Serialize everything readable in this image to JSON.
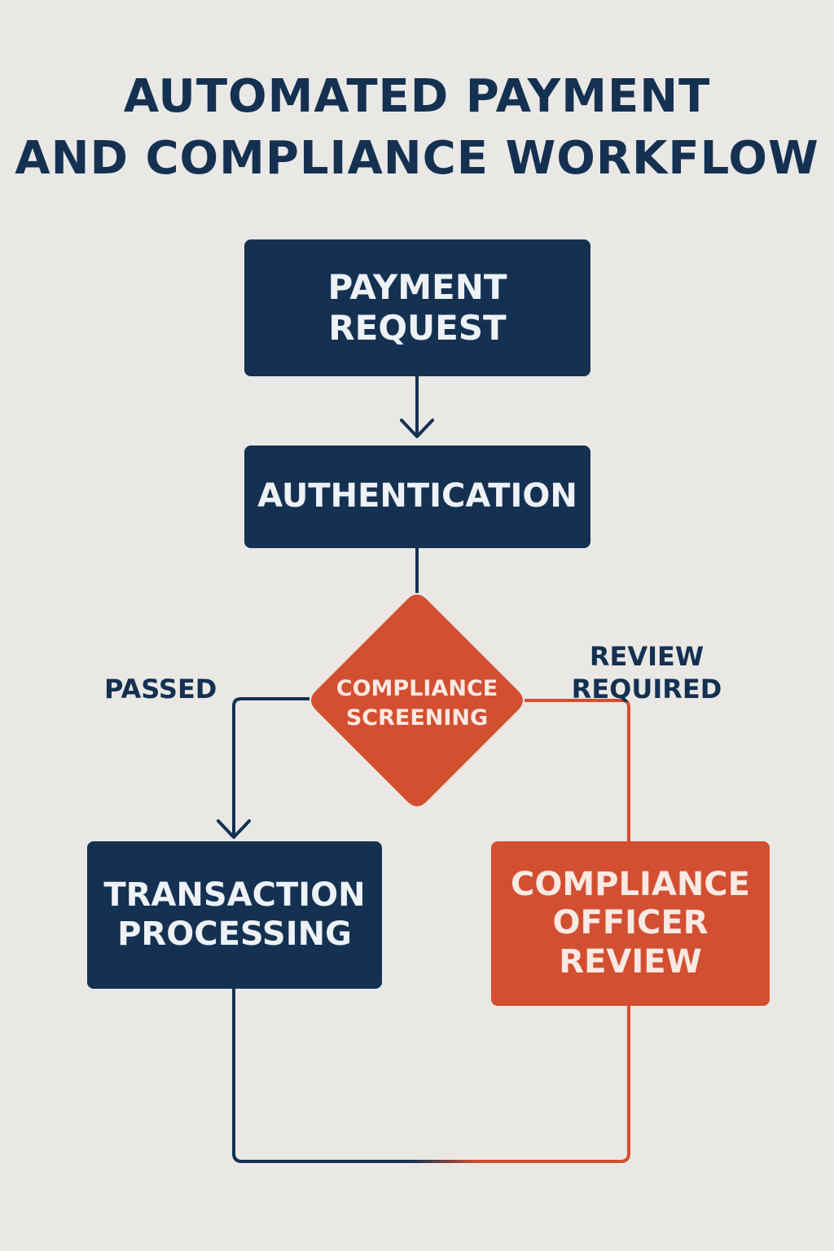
{
  "title": {
    "line1": "AUTOMATED PAYMENT",
    "line2": "AND COMPLIANCE WORKFLOW"
  },
  "nodes": {
    "payment_request": [
      "PAYMENT",
      "REQUEST"
    ],
    "authentication": [
      "AUTHENTICATION"
    ],
    "compliance_screening": [
      "COMPLIANCE",
      "SCREENING"
    ],
    "transaction_processing": [
      "TRANSACTION",
      "PROCESSING"
    ],
    "compliance_officer_review": [
      "COMPLIANCE",
      "OFFICER",
      "REVIEW"
    ]
  },
  "branches": {
    "passed": "PASSED",
    "review_required": [
      "REVIEW",
      "REQUIRED"
    ]
  },
  "colors": {
    "navy": "#143152",
    "orange": "#d34f31",
    "background": "#eae8e5"
  }
}
